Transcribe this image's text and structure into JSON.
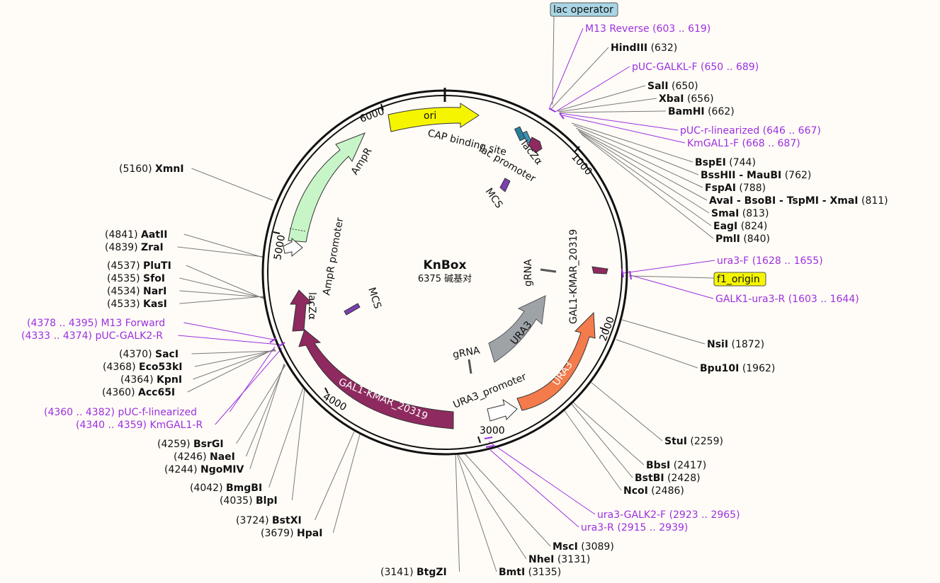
{
  "plasmid": {
    "name": "KnBox",
    "length_text": "6375 碱基对"
  },
  "colors": {
    "backbone": "#111111",
    "enzyme_line": "#7a7a7a",
    "primer": "#9b30e0",
    "ori": "#f5f500",
    "ampr": "#c8f5c8",
    "kmar": "#8e2a5f",
    "ura3": "#f47b4b",
    "ura3_gene": "#9ea3a8",
    "lac_operator_box": "#a9d6e5",
    "f1_box": "#f5f500"
  },
  "ticks": [
    {
      "label": "1000"
    },
    {
      "label": "2000"
    },
    {
      "label": "3000"
    },
    {
      "label": "4000"
    },
    {
      "label": "5000"
    },
    {
      "label": "6000"
    }
  ],
  "features": {
    "ori": "ori",
    "cap": "CAP binding site",
    "laczA_top": "lacZα",
    "lac_promoter": "lac promoter",
    "mcs_top": "MCS",
    "ampr": "AmpR",
    "ampr_promoter": "AmpR promoter",
    "laczA_left": "lacZα",
    "mcs_left": "MCS",
    "kmar_big": "GAL1-KMAR_20319",
    "kmar_right": "GAL1-KMAR_20319",
    "grna_right": "gRNA",
    "grna_bottom": "gRNA",
    "ura3_gene": "URA3",
    "ura3_promoter": "URA3_promoter",
    "ura3": "URA3",
    "lac_operator": "lac operator",
    "f1_origin": "f1_origin"
  },
  "labels": [
    {
      "kind": "enzyme",
      "name": "HindIII",
      "pos": "(632)"
    },
    {
      "kind": "enzyme",
      "name": "SalI",
      "pos": "(650)"
    },
    {
      "kind": "enzyme",
      "name": "XbaI",
      "pos": "(656)"
    },
    {
      "kind": "enzyme",
      "name": "BamHI",
      "pos": "(662)"
    },
    {
      "kind": "enzyme",
      "name": "BspEI",
      "pos": "(744)"
    },
    {
      "kind": "enzyme",
      "name": "BssHII - MauBI",
      "pos": "(762)"
    },
    {
      "kind": "enzyme",
      "name": "FspAI",
      "pos": "(788)"
    },
    {
      "kind": "enzyme",
      "name": "AvaI - BsoBI - TspMI - XmaI",
      "pos": "(811)"
    },
    {
      "kind": "enzyme",
      "name": "SmaI",
      "pos": "(813)"
    },
    {
      "kind": "enzyme",
      "name": "EagI",
      "pos": "(824)"
    },
    {
      "kind": "enzyme",
      "name": "PmlI",
      "pos": "(840)"
    },
    {
      "kind": "enzyme",
      "name": "NsiI",
      "pos": "(1872)"
    },
    {
      "kind": "enzyme",
      "name": "Bpu10I",
      "pos": "(1962)"
    },
    {
      "kind": "enzyme",
      "name": "StuI",
      "pos": "(2259)"
    },
    {
      "kind": "enzyme",
      "name": "BbsI",
      "pos": "(2417)"
    },
    {
      "kind": "enzyme",
      "name": "BstBI",
      "pos": "(2428)"
    },
    {
      "kind": "enzyme",
      "name": "NcoI",
      "pos": "(2486)"
    },
    {
      "kind": "enzyme",
      "name": "MscI",
      "pos": "(3089)"
    },
    {
      "kind": "enzyme",
      "name": "NheI",
      "pos": "(3131)"
    },
    {
      "kind": "enzyme",
      "name": "BmtI",
      "pos": "(3135)"
    },
    {
      "kind": "enzyme",
      "name": "BtgZI",
      "pos": "(3141)"
    },
    {
      "kind": "enzyme",
      "name": "BstXI",
      "pos": "(3724)"
    },
    {
      "kind": "enzyme",
      "name": "HpaI",
      "pos": "(3679)"
    },
    {
      "kind": "enzyme",
      "name": "BmgBI",
      "pos": "(4042)"
    },
    {
      "kind": "enzyme",
      "name": "BlpI",
      "pos": "(4035)"
    },
    {
      "kind": "enzyme",
      "name": "BsrGI",
      "pos": "(4259)"
    },
    {
      "kind": "enzyme",
      "name": "NaeI",
      "pos": "(4246)"
    },
    {
      "kind": "enzyme",
      "name": "NgoMIV",
      "pos": "(4244)"
    },
    {
      "kind": "enzyme",
      "name": "SacI",
      "pos": "(4370)"
    },
    {
      "kind": "enzyme",
      "name": "Eco53kI",
      "pos": "(4368)"
    },
    {
      "kind": "enzyme",
      "name": "KpnI",
      "pos": "(4364)"
    },
    {
      "kind": "enzyme",
      "name": "Acc65I",
      "pos": "(4360)"
    },
    {
      "kind": "enzyme",
      "name": "PluTI",
      "pos": "(4537)"
    },
    {
      "kind": "enzyme",
      "name": "SfoI",
      "pos": "(4535)"
    },
    {
      "kind": "enzyme",
      "name": "NarI",
      "pos": "(4534)"
    },
    {
      "kind": "enzyme",
      "name": "KasI",
      "pos": "(4533)"
    },
    {
      "kind": "enzyme",
      "name": "AatII",
      "pos": "(4841)"
    },
    {
      "kind": "enzyme",
      "name": "ZraI",
      "pos": "(4839)"
    },
    {
      "kind": "enzyme",
      "name": "XmnI",
      "pos": "(5160)"
    },
    {
      "kind": "primer",
      "name": "M13 Reverse",
      "pos": "(603 .. 619)"
    },
    {
      "kind": "primer",
      "name": "pUC-GALKL-F",
      "pos": "(650 .. 689)"
    },
    {
      "kind": "primer",
      "name": "pUC-r-linearized",
      "pos": "(646 .. 667)"
    },
    {
      "kind": "primer",
      "name": "KmGAL1-F",
      "pos": "(668 .. 687)"
    },
    {
      "kind": "primer",
      "name": "ura3-F",
      "pos": "(1628 .. 1655)"
    },
    {
      "kind": "primer",
      "name": "GALK1-ura3-R",
      "pos": "(1603 .. 1644)"
    },
    {
      "kind": "primer",
      "name": "ura3-GALK2-F",
      "pos": "(2923 .. 2965)"
    },
    {
      "kind": "primer",
      "name": "ura3-R",
      "pos": "(2915 .. 2939)"
    },
    {
      "kind": "primer",
      "name": "M13 Forward",
      "pos": "(4378 .. 4395)"
    },
    {
      "kind": "primer",
      "name": "pUC-GALK2-R",
      "pos": "(4333 .. 4374)"
    },
    {
      "kind": "primer",
      "name": "pUC-f-linearized",
      "pos": "(4360 .. 4382)"
    },
    {
      "kind": "primer",
      "name": "KmGAL1-R",
      "pos": "(4340 .. 4359)"
    }
  ]
}
